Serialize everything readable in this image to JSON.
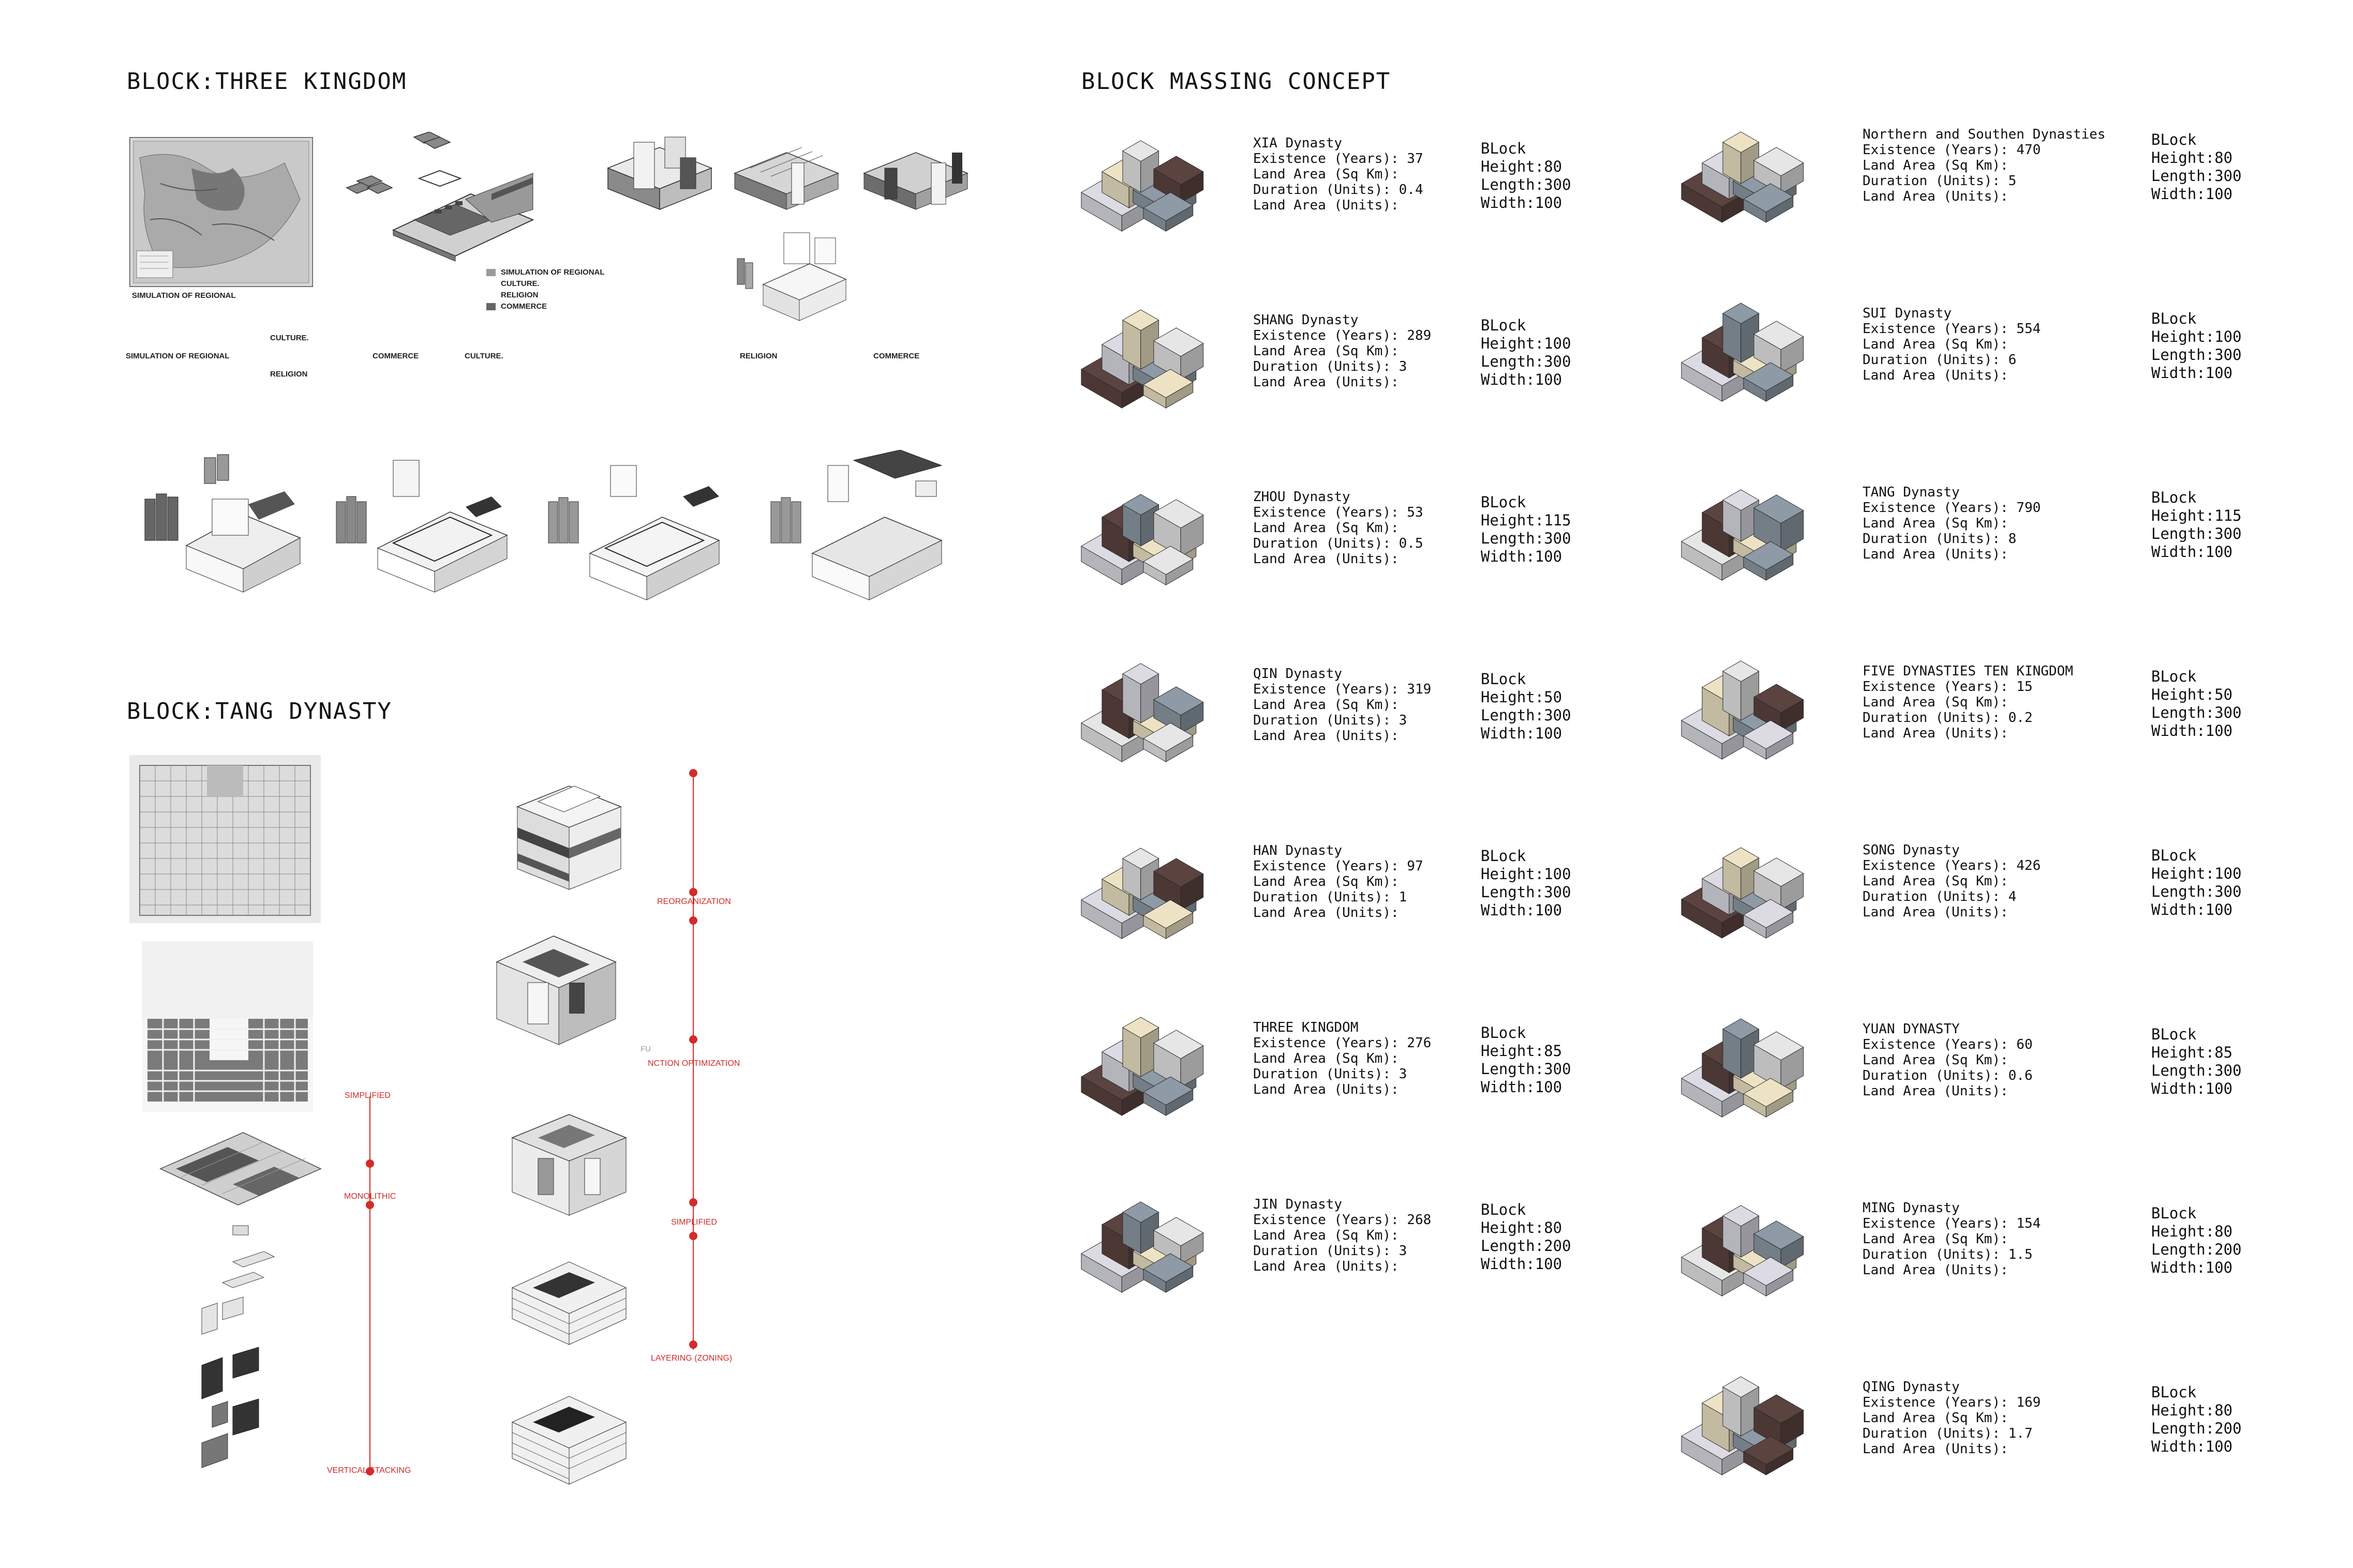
{
  "headings": {
    "three_kingdom": "BLOCK:THREE KINGDOM",
    "tang_dynasty": "BLOCK:TANG DYNASTY",
    "massing_concept": "BLOCK MASSING CONCEPT"
  },
  "three_kingdom_labels": {
    "simulation_under_map": "SIMULATION OF REGIONAL",
    "simulation_left": "SIMULATION OF REGIONAL",
    "culture_mid": "CULTURE.",
    "religion_mid": "RELIGION",
    "commerce_a": "COMMERCE",
    "culture_b": "CULTURE.",
    "religion_b": "RELIGION",
    "commerce_b": "COMMERCE",
    "legend": [
      "SIMULATION OF REGIONAL",
      "CULTURE.",
      "RELIGION",
      "COMMERCE"
    ]
  },
  "tang_labels": {
    "simplified_left": "SIMPLIFIED",
    "monolithic": "MONOLITHIC",
    "vertical_stacking": "VERTICAL STACKING",
    "reorganization": "REORGANIZATION",
    "function_optimization": "NCTION OPTIMIZATION",
    "function_prefix": "FU",
    "simplified_right": "SIMPLIFIED",
    "layering": "LAYERING (ZONING)"
  },
  "dynasties_left": [
    {
      "name": "XIA Dynasty",
      "years": "37",
      "sqkm": "",
      "duration": "0.4",
      "land": "",
      "block": {
        "label": "BLock",
        "height": "80",
        "length": "300",
        "width": "100"
      }
    },
    {
      "name": "SHANG Dynasty",
      "years": "289",
      "sqkm": "",
      "duration": "3",
      "land": "",
      "block": {
        "label": "BLock",
        "height": "100",
        "length": "300",
        "width": "100"
      }
    },
    {
      "name": "ZHOU Dynasty",
      "years": "53",
      "sqkm": "",
      "duration": "0.5",
      "land": "",
      "block": {
        "label": "BLock",
        "height": "115",
        "length": "300",
        "width": "100"
      }
    },
    {
      "name": "QIN Dynasty",
      "years": "319",
      "sqkm": "",
      "duration": "3",
      "land": "",
      "block": {
        "label": "BLock",
        "height": "50",
        "length": "300",
        "width": "100"
      }
    },
    {
      "name": "HAN Dynasty",
      "years": "97",
      "sqkm": "",
      "duration": "1",
      "land": "",
      "block": {
        "label": "BLock",
        "height": "100",
        "length": "300",
        "width": "100"
      }
    },
    {
      "name": "THREE KINGDOM",
      "years": "276",
      "sqkm": "",
      "duration": "3",
      "land": "",
      "block": {
        "label": "BLock",
        "height": "85",
        "length": "300",
        "width": "100"
      }
    },
    {
      "name": "JIN Dynasty",
      "years": "268",
      "sqkm": "",
      "duration": "3",
      "land": "",
      "block": {
        "label": "BLock",
        "height": "80",
        "length": "200",
        "width": "100"
      }
    }
  ],
  "dynasties_right": [
    {
      "name": "Northern and Southen Dynasties",
      "years": "470",
      "sqkm": "",
      "duration": "5",
      "land": "",
      "block": {
        "label": "BLock",
        "height": "80",
        "length": "300",
        "width": "100"
      }
    },
    {
      "name": "SUI Dynasty",
      "years": "554",
      "sqkm": "",
      "duration": "6",
      "land": "",
      "block": {
        "label": "BLock",
        "height": "100",
        "length": "300",
        "width": "100"
      }
    },
    {
      "name": "TANG Dynasty",
      "years": "790",
      "sqkm": "",
      "duration": "8",
      "land": "",
      "block": {
        "label": "BLock",
        "height": "115",
        "length": "300",
        "width": "100"
      }
    },
    {
      "name": "FIVE DYNASTIES TEN KINGDOM",
      "years": "15",
      "sqkm": "",
      "duration": "0.2",
      "land": "",
      "block": {
        "label": "BLock",
        "height": "50",
        "length": "300",
        "width": "100"
      }
    },
    {
      "name": "SONG Dynasty",
      "years": "426",
      "sqkm": "",
      "duration": "4",
      "land": "",
      "block": {
        "label": "BLock",
        "height": "100",
        "length": "300",
        "width": "100"
      }
    },
    {
      "name": "YUAN DYNASTY",
      "years": "60",
      "sqkm": "",
      "duration": "0.6",
      "land": "",
      "block": {
        "label": "BLock",
        "height": "85",
        "length": "300",
        "width": "100"
      }
    },
    {
      "name": "MING Dynasty",
      "years": "154",
      "sqkm": "",
      "duration": "1.5",
      "land": "",
      "block": {
        "label": "BLock",
        "height": "80",
        "length": "200",
        "width": "100"
      }
    },
    {
      "name": "QING Dynasty",
      "years": "169",
      "sqkm": "",
      "duration": "1.7",
      "land": "",
      "block": {
        "label": "BLock",
        "height": "80",
        "length": "200",
        "width": "100"
      }
    }
  ],
  "field_labels": {
    "existence": "Existence (Years):",
    "land_area_sqkm": "Land Area (Sq Km):",
    "duration": "Duration (Units):",
    "land_area_units": "Land Area (Units):",
    "height": "Height:",
    "length": "Length:",
    "width": "Width:"
  },
  "colors": {
    "cream": "#ede3c4",
    "brown": "#5b4340",
    "slate": "#8e9aa5",
    "lavender": "#dcdbe4",
    "light_gray": "#e6e6e6",
    "dark_gray": "#555555",
    "mid_gray": "#9a9a9a",
    "timeline_red": "#d42a2a"
  }
}
